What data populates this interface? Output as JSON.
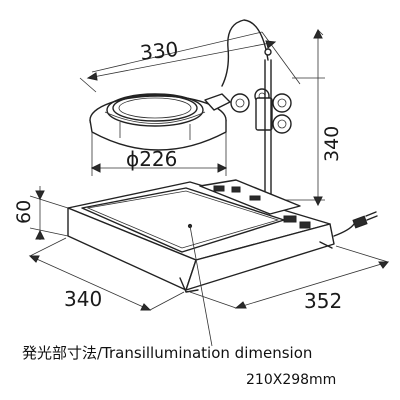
{
  "dimensions": {
    "lamp_arm_width": "330",
    "lens_diameter": "ϕ226",
    "lamp_height": "340",
    "base_height": "60",
    "base_width": "340",
    "base_depth": "352"
  },
  "caption": {
    "line1": "発光部寸法/Transillumination dimension",
    "line2": "210X298mm"
  }
}
